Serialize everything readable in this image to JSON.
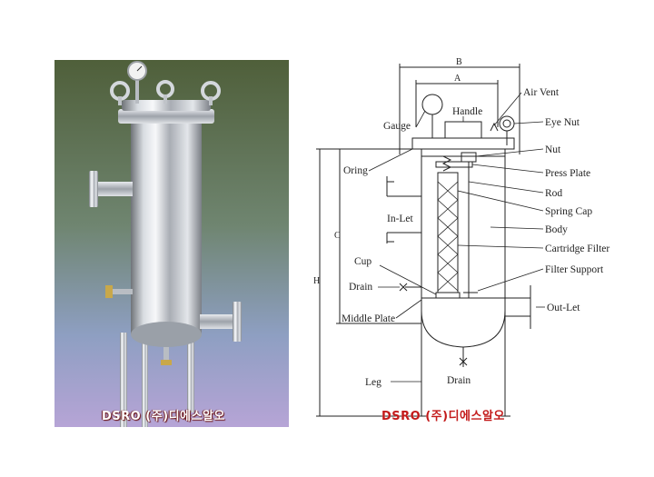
{
  "photo": {
    "caption": "DSRO (주)디에스알오"
  },
  "diagram": {
    "caption": "DSRO (주)디에스알오",
    "dimensions": {
      "b": "B",
      "a": "A",
      "c": "C",
      "h": "H"
    },
    "labels": {
      "air_vent": "Air Vent",
      "eye_nut": "Eye Nut",
      "handle": "Handle",
      "gauge": "Gauge",
      "nut": "Nut",
      "oring": "Oring",
      "press_plate": "Press Plate",
      "rod": "Rod",
      "spring_cap": "Spring Cap",
      "in_let": "In-Let",
      "body": "Body",
      "cartridge_filter": "Cartridge Filter",
      "cup": "Cup",
      "filter_support": "Filter Support",
      "drain_side": "Drain",
      "out_let": "Out-Let",
      "middle_plate": "Middle Plate",
      "leg": "Leg",
      "drain_bottom": "Drain"
    }
  }
}
